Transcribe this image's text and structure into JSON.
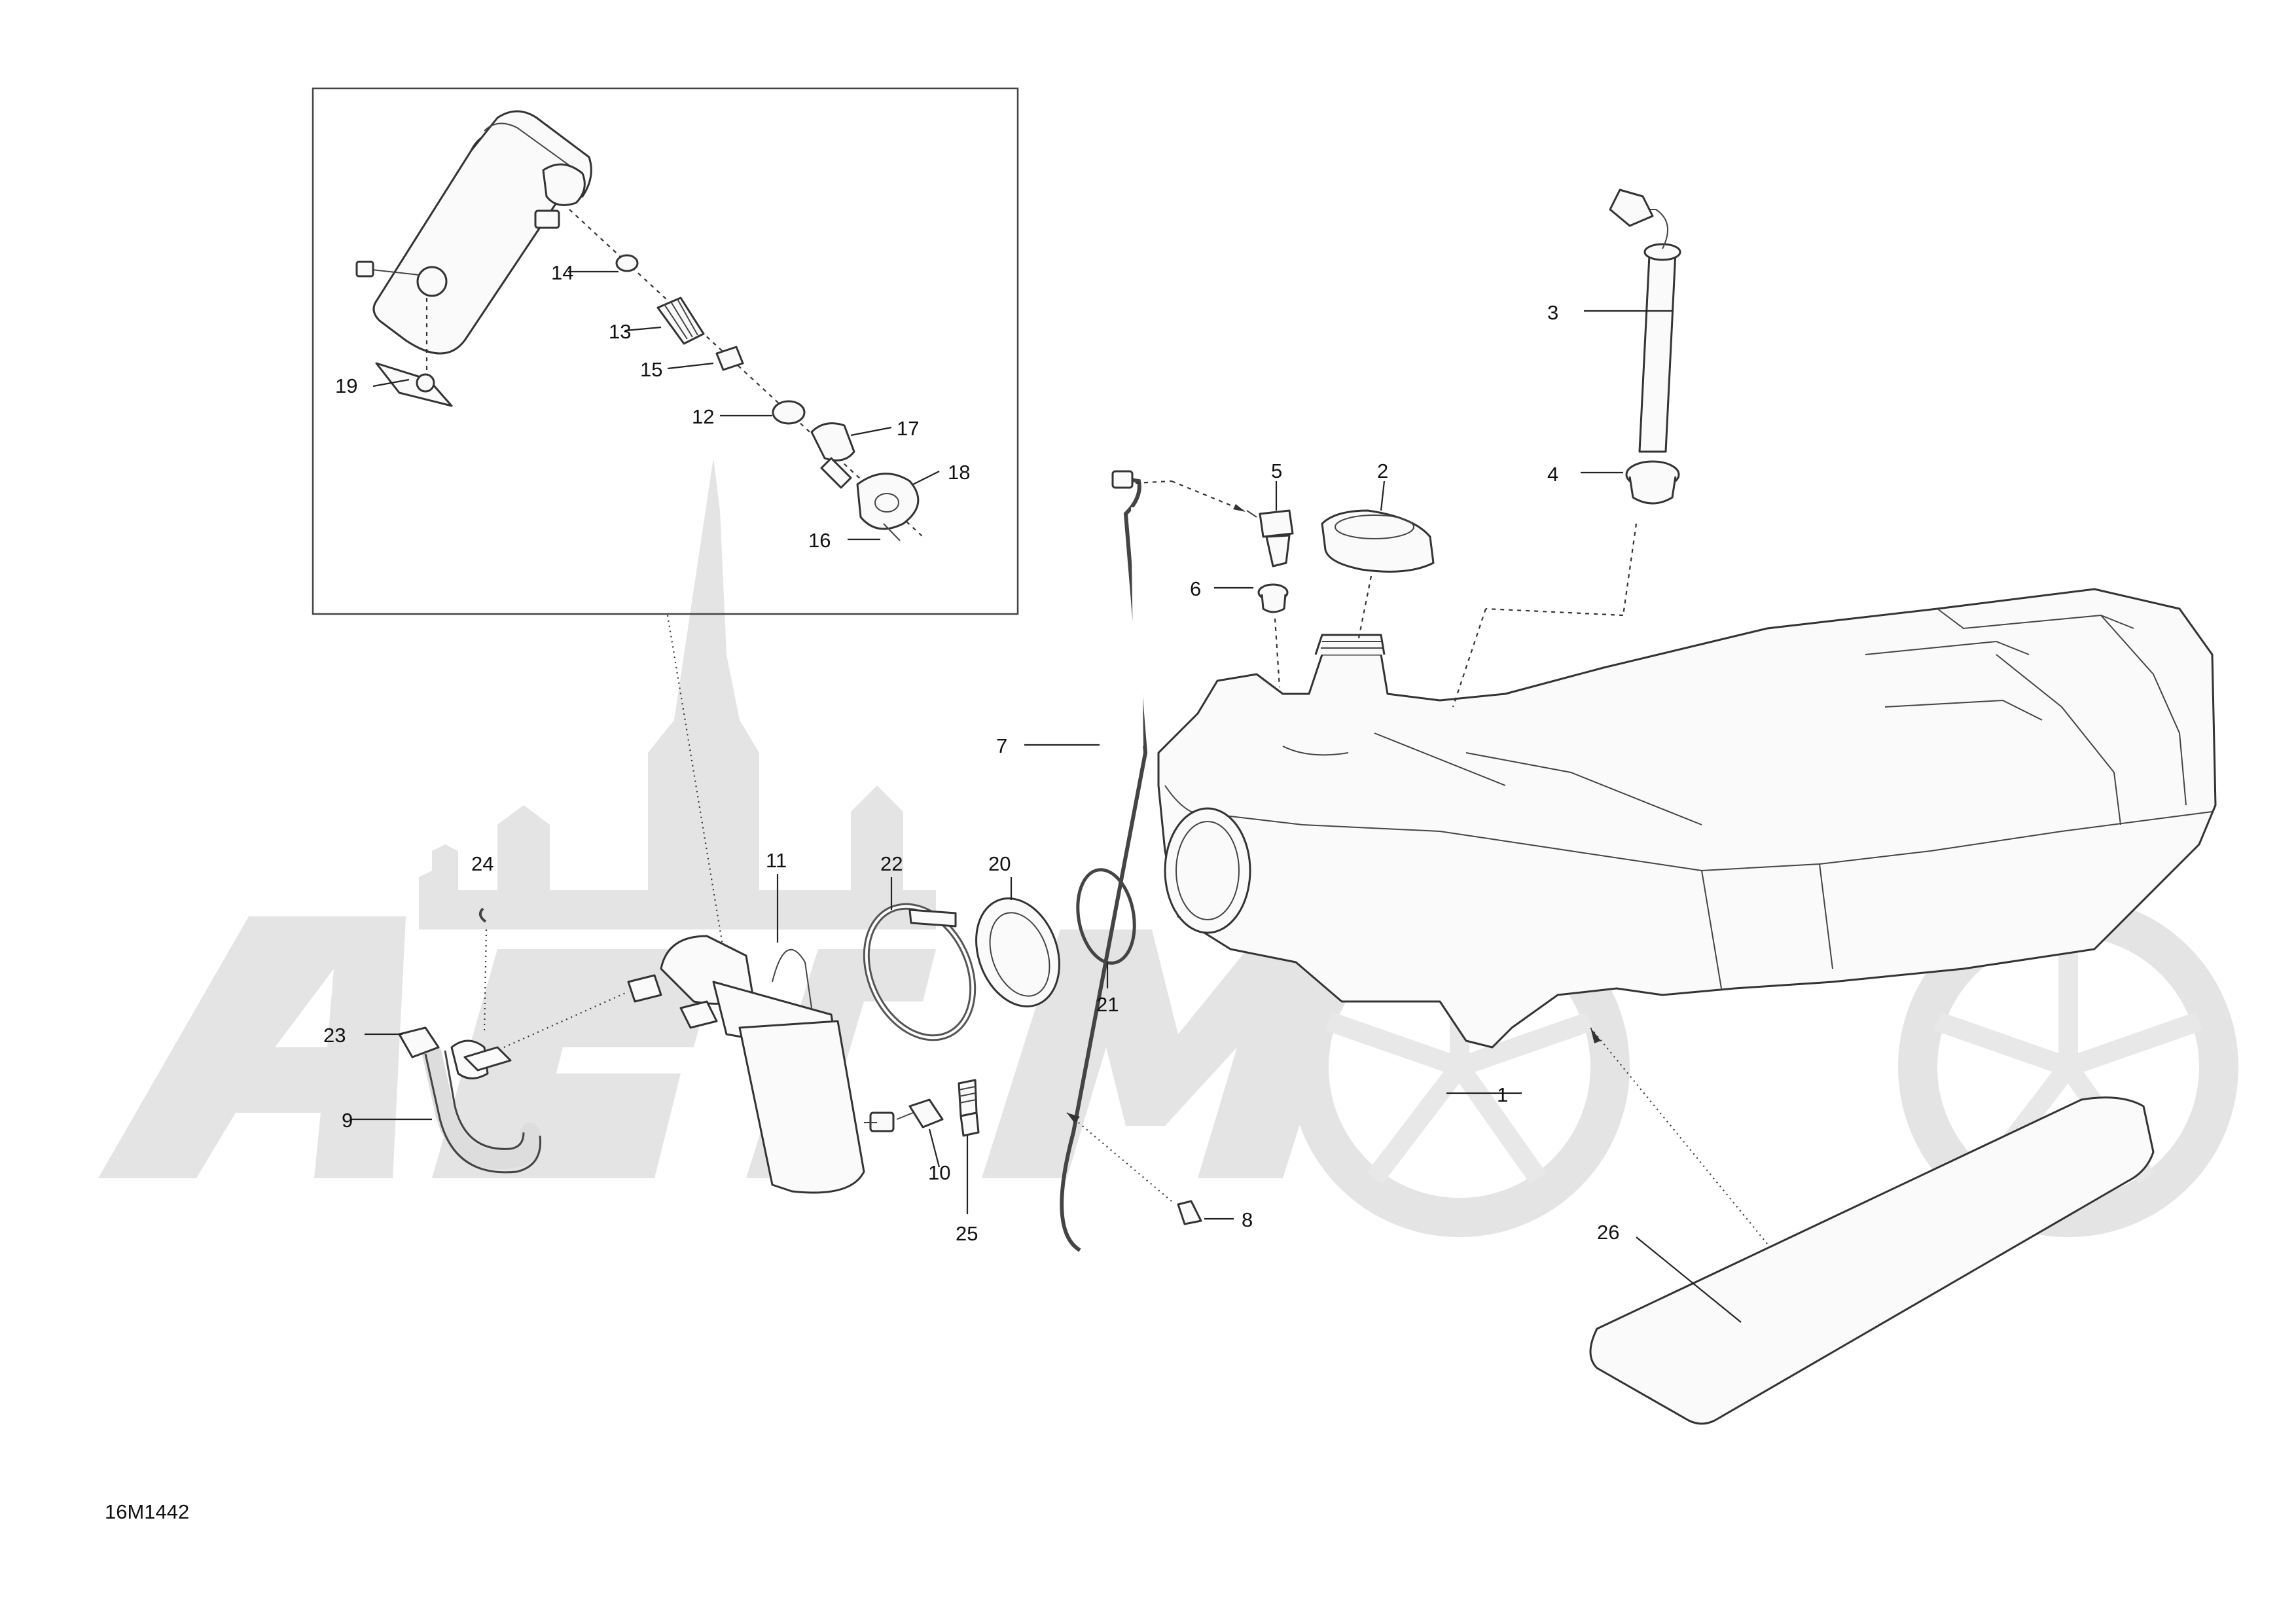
{
  "diagram_id": "16M1442",
  "watermark_text": "AerMoto",
  "callouts": [
    "1",
    "2",
    "3",
    "4",
    "5",
    "6",
    "7",
    "8",
    "9",
    "10",
    "11",
    "12",
    "13",
    "14",
    "15",
    "16",
    "17",
    "18",
    "19",
    "20",
    "21",
    "22",
    "23",
    "24",
    "25",
    "26"
  ],
  "parts": {
    "fuel_tank": "1",
    "fuel_cap": "2",
    "fuel_level_sender": "3",
    "sender_grommet": "4",
    "vent_valve": "5",
    "valve_grommet": "6",
    "vent_hose": "7",
    "hose_clip": "8",
    "fuel_line": "9",
    "check_valve": "10",
    "fuel_pump_module": "11",
    "o_ring_12": "12",
    "fuel_filter": "13",
    "o_ring_14": "14",
    "washer_15": "15",
    "screw_16": "16",
    "pressure_regulator": "17",
    "retainer_plate": "18",
    "pump_bracket_clip": "19",
    "lock_ring": "20",
    "pump_gasket": "21",
    "hose_clamp": "22",
    "quick_connector": "23",
    "retaining_clip": "24",
    "fitting": "25",
    "tank_pad": "26"
  }
}
